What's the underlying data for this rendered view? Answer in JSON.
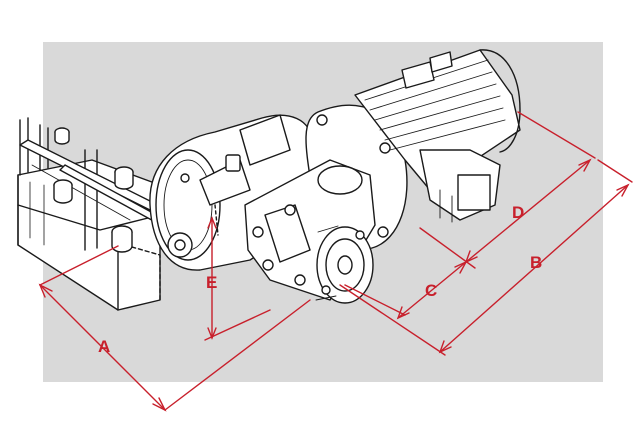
{
  "colors": {
    "background": "#ffffff",
    "panel": "#d9d9d9",
    "line": "#1a1a1a",
    "dimension": "#c8202c"
  },
  "dimensions": {
    "a": "A",
    "b": "B",
    "c": "C",
    "d": "D",
    "e": "E"
  }
}
